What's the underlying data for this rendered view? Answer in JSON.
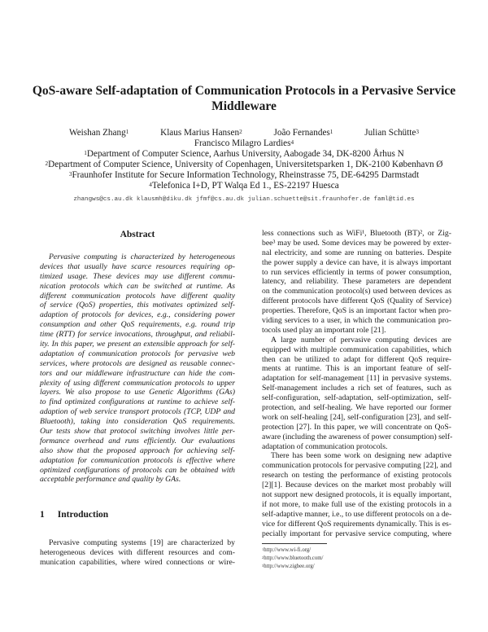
{
  "title": [
    "QoS-aware Self-adaptation of Communication Protocols in a Pervasive Service",
    "Middleware"
  ],
  "authors": [
    {
      "name": "Weishan Zhang",
      "aff": "1"
    },
    {
      "name": "Klaus Marius Hansen",
      "aff": "2"
    },
    {
      "name": "João Fernandes",
      "aff": "1"
    },
    {
      "name": "Julian Schütte",
      "aff": "3"
    },
    {
      "name": "Francisco Milagro Lardies",
      "aff": "4"
    }
  ],
  "affiliations": [
    {
      "num": "1",
      "text": "Department of Computer Science, Aarhus University, Aabogade 34, DK-8200 Århus N"
    },
    {
      "num": "2",
      "text": "Department of Computer Science, University of Copenhagen, Universitetsparken 1, DK-2100 København Ø"
    },
    {
      "num": "3",
      "text": "Fraunhofer Institute for Secure Information Technology, Rheinstrasse 75, DE-64295 Darmstadt"
    },
    {
      "num": "4",
      "text": "Telefonica I+D, PT Walqa Ed 1., ES-22197 Huesca"
    }
  ],
  "emails": "zhangws@cs.au.dk klausmh@diku.dk jfmf@cs.au.dk julian.schuette@sit.fraunhofer.de faml@tid.es",
  "abstract": {
    "heading": "Abstract",
    "lines": [
      "Pervasive computing is characterized by heterogeneous",
      "devices that usually have scarce resources requiring op-",
      "timized usage. These devices may use different commu-",
      "nication protocols which can be switched at runtime. As",
      "different communication protocols have different quality",
      "of service (QoS) properties, this motivates optimized self-",
      "adaption of protocols for devices, e.g., considering power",
      "consumption and other QoS requirements, e.g. round trip",
      "time (RTT) for service invocations, throughput, and reliabil-",
      "ity. In this paper, we present an extensible approach for self-",
      "adaptation of communication protocols for pervasive web",
      "services, where protocols are designed as reusable connec-",
      "tors and our middleware infrastructure can hide the com-",
      "plexity of using different communication protocols to upper",
      "layers. We also propose to use Genetic Algorithms (GAs)",
      "to find optimized configurations at runtime to achieve self-",
      "adaption of web service transport protocols (TCP, UDP and",
      "Bluetooth), taking into consideration QoS requirements.",
      "Our tests show that protocol switching involves little per-",
      "formance overhead and runs efficiently. Our evaluations",
      "also show that the proposed approach for achieving self-",
      "adaptation for communication protocols is effective where",
      "optimized configurations of protocols can be obtained with",
      "acceptable performance and quality by GAs."
    ]
  },
  "introduction": {
    "number": "1",
    "heading": "Introduction",
    "left_lines": [
      "Pervasive computing systems [19] are characterized by",
      "heterogeneous devices with different resources and com-",
      "munication capabilities, where wired connections or wire-"
    ],
    "right_paragraphs": [
      [
        "less connections such as WiFi¹, Bluetooth (BT)², or Zig-",
        "bee³ may be used. Some devices may be powered by exter-",
        "nal electricity, and some are running on batteries. Despite",
        "the power supply a device can have, it is always important",
        "to run services efficiently in terms of power consumption,",
        "latency, and reliability. These parameters are dependent",
        "on the communication protocol(s) used between devices as",
        "different protocols have different QoS (Quality of Service)",
        "properties. Therefore, QoS is an important factor when pro-",
        "viding services to a user, in which the communication pro-",
        "tocols used play an important role [21]."
      ],
      [
        "A large number of pervasive computing devices are",
        "equipped with multiple communication capabilities, which",
        "then can be utilized to adapt for different QoS require-",
        "ments at runtime. This is an important feature of self-",
        "adaptation for self-management [11] in pervasive systems.",
        "Self-management includes a rich set of features, such as",
        "self-configuration, self-adaptation, self-optimization, self-",
        "protection, and self-healing. We have reported our former",
        "work on self-healing [24], self-configuration [23], and self-",
        "protection [27]. In this paper, we will concentrate on QoS-",
        "aware (including the awareness of power consumption) self-",
        "adaptation of communication protocols."
      ],
      [
        "There has been some work on designing new adaptive",
        "communication protocols for pervasive computing [22], and",
        "research on testing the performance of existing protocols",
        "[2][1]. Because devices on the market most probably will",
        "not support new designed protocols, it is equally important,",
        "if not more, to make full use of the existing protocols in a",
        "self-adaptive manner, i.e., to use different protocols on a de-",
        "vice for different QoS requirements dynamically. This is es-",
        "pecially important for pervasive service computing, where"
      ]
    ]
  },
  "footnotes": [
    {
      "num": "1",
      "text": "http://www.wi-fi.org/"
    },
    {
      "num": "2",
      "text": "http://www.bluetooth.com/"
    },
    {
      "num": "3",
      "text": "http://www.zigbee.org/"
    }
  ]
}
